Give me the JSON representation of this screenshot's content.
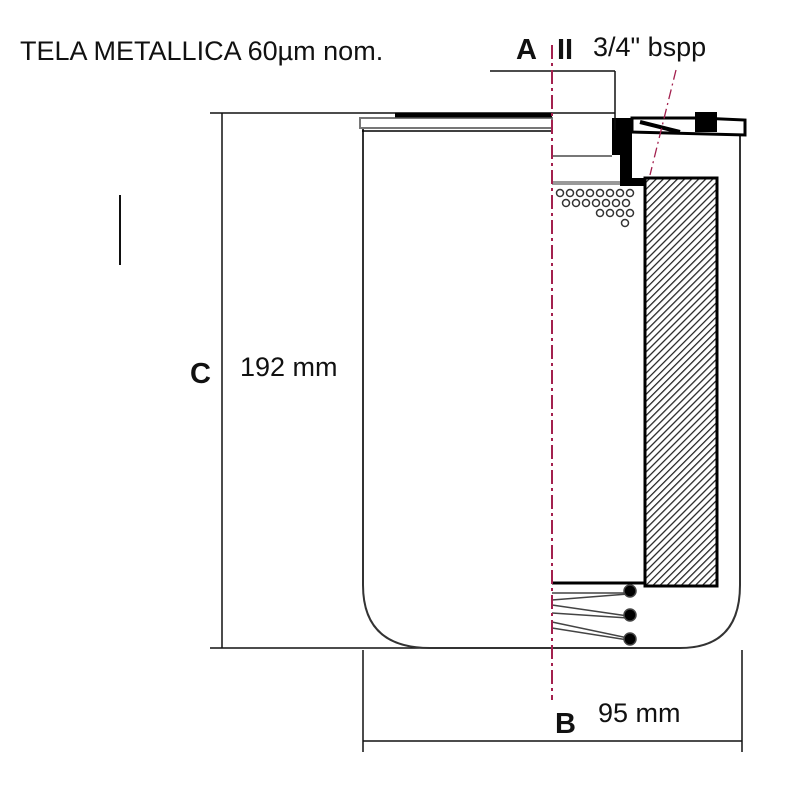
{
  "labels": {
    "material": "TELA METALLICA 60µm nom.",
    "dim_a": "A",
    "thread_symbol": "II",
    "thread": "3/4\" bspp",
    "dim_c": "C",
    "height": "192 mm",
    "dim_b": "B",
    "diameter": "95 mm"
  },
  "colors": {
    "centerline": "#a3204e",
    "lines": "#111111"
  }
}
